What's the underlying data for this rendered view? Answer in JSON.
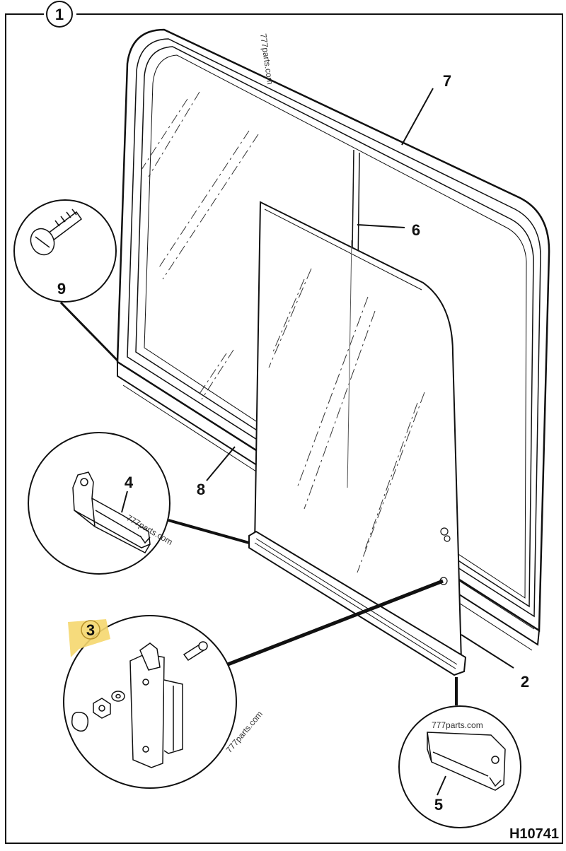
{
  "diagram": {
    "sheet_number": "1",
    "drawing_id": "H10741",
    "watermark": "777parts.com",
    "highlight_color": "#f5d76e",
    "callouts": {
      "p2": "2",
      "p3": "3",
      "p4": "4",
      "p5": "5",
      "p6": "6",
      "p7": "7",
      "p8": "8",
      "p9": "9"
    }
  }
}
